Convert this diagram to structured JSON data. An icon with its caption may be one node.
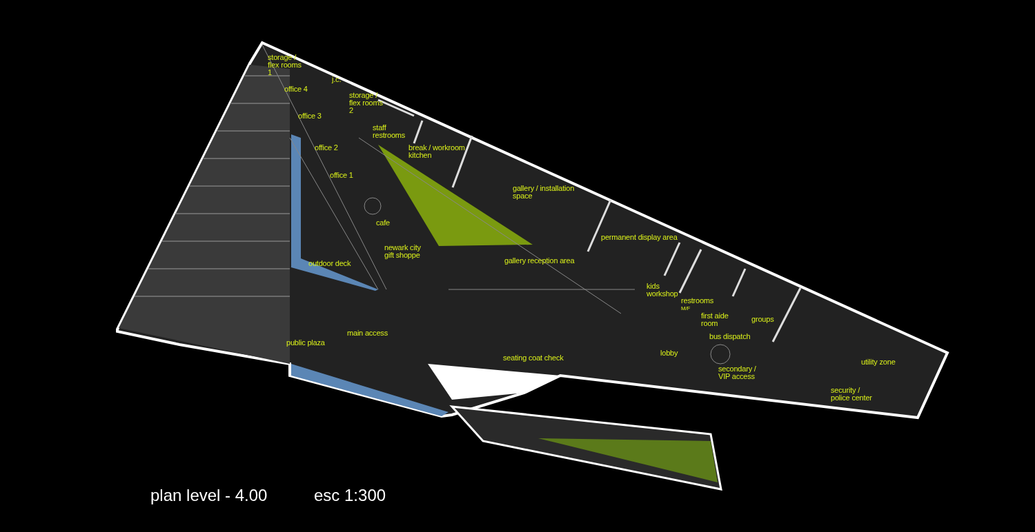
{
  "diagram": {
    "title": "plan level - 4.00",
    "labels": [
      "storage / flex rooms 1",
      "j.c.",
      "office 4",
      "storage / flex rooms 2",
      "office 3",
      "staff restrooms",
      "office 2",
      "break / workroom kitchen",
      "office 1",
      "gallery / installation space",
      "cafe",
      "permanent display area",
      "newark city gift shoppe",
      "outdoor deck",
      "gallery reception area",
      "kids workshop",
      "restrooms",
      "M/F",
      "first aide room",
      "groups",
      "main access",
      "bus dispatch",
      "public plaza",
      "lobby",
      "seating coat check",
      "utility zone",
      "secondary / VIP access",
      "security / police center",
      "esc 1:300"
    ]
  }
}
